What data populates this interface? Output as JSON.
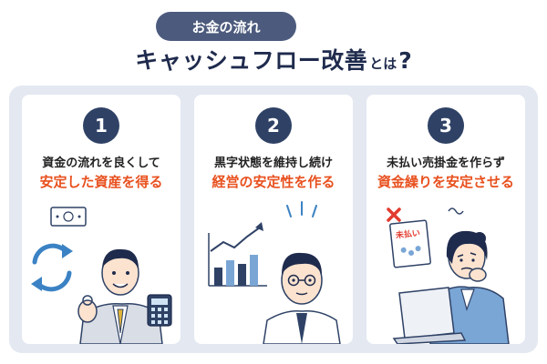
{
  "header": {
    "tag": "お金の流れ",
    "title_main": "キャッシュフロー改善",
    "title_suffix": "とは",
    "title_q": "?"
  },
  "cards": [
    {
      "number": "1",
      "line1": "資金の流れを良くして",
      "line2": "安定した資産を得る"
    },
    {
      "number": "2",
      "line1": "黒字状態を維持し続け",
      "line2": "経営の安定性を作る"
    },
    {
      "number": "3",
      "line1": "未払い売掛金を作らず",
      "line2": "資金繰りを安定させる"
    }
  ],
  "illustrations": {
    "card3_sign": "未払い"
  },
  "colors": {
    "navy": "#2f4266",
    "accent": "#e8501e",
    "panel": "#e3e8f1",
    "blue": "#3b82c4"
  }
}
